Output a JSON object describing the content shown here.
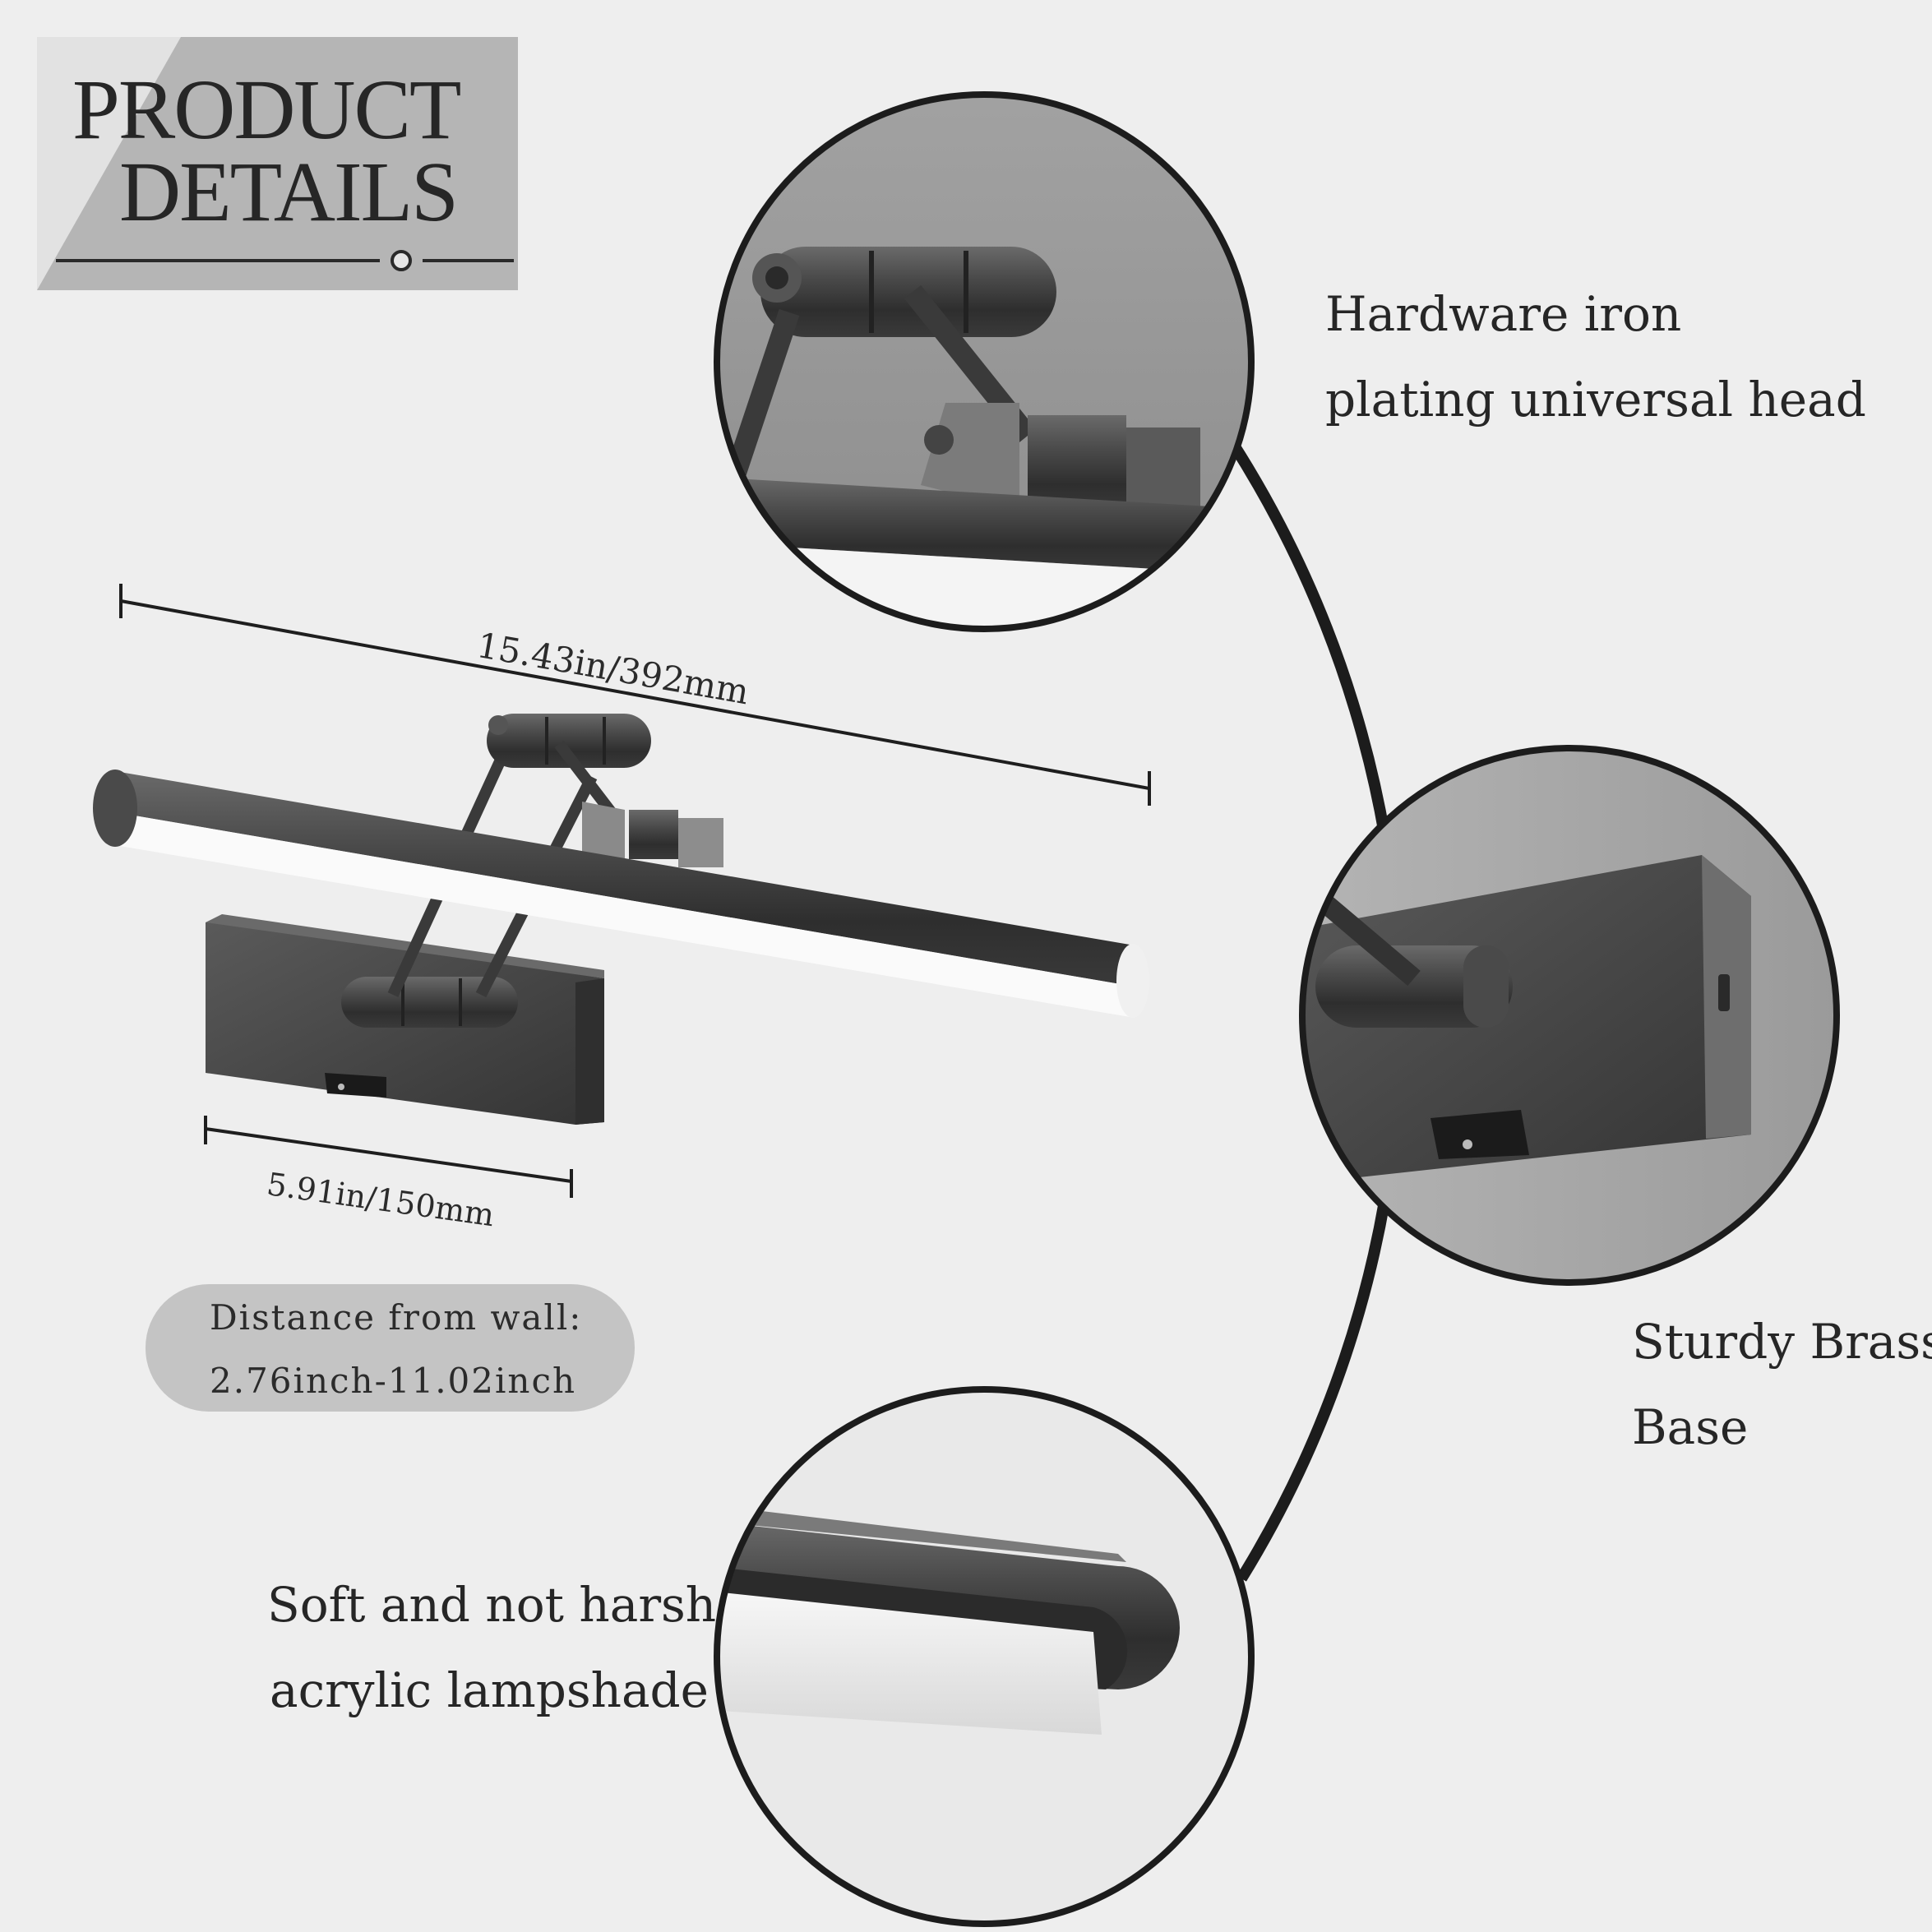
{
  "header": {
    "title_line1": "PRODUCT",
    "title_line2": "DETAILS"
  },
  "callouts": {
    "universal_head_line1": "Hardware iron",
    "universal_head_line2": "plating universal head",
    "base_line1": "Sturdy Brass",
    "base_line2": "Base",
    "lampshade_line1": "Soft and not harsh",
    "lampshade_line2": "acrylic lampshade"
  },
  "dimensions": {
    "length": "15.43in/392mm",
    "base_width": "5.91in/150mm"
  },
  "distance_pill": {
    "label": "Distance from wall:",
    "value": "2.76inch-11.02inch"
  },
  "colors": {
    "background": "#eeeeee",
    "metal": "#3f3f3f",
    "header_band": "#b5b5b5",
    "pill": "#c4c4c4"
  }
}
